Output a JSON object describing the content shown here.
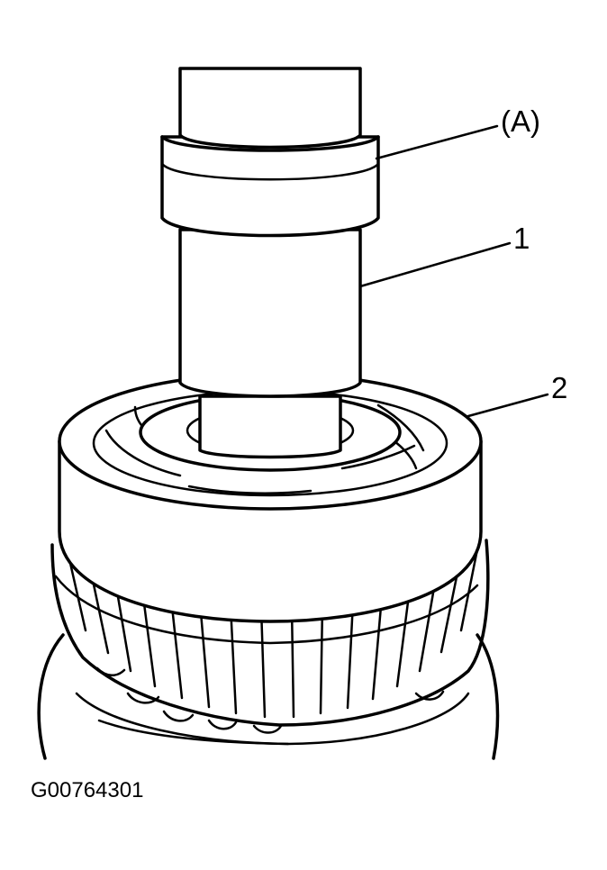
{
  "callouts": {
    "tool": "(A)",
    "part_1": "1",
    "part_2": "2"
  },
  "figure_id": "G00764301"
}
